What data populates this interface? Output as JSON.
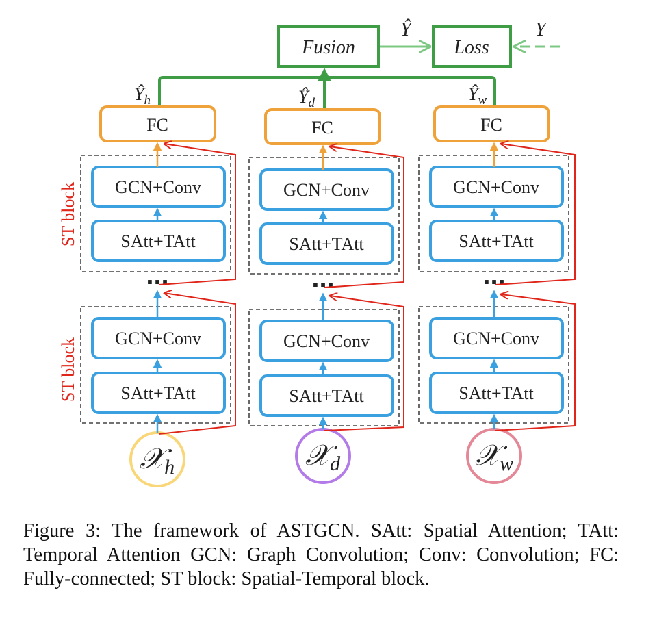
{
  "top": {
    "fusion_label": "Fusion",
    "loss_label": "Loss",
    "yhat_label": "Ŷ",
    "y_label": "Y"
  },
  "columns": [
    {
      "fc_label": "FC",
      "output_label": "Ŷ",
      "output_sub": "h",
      "input_symbol": "𝒳",
      "input_sub": "h",
      "input_color": "#f9d778",
      "blocks_upper": {
        "gcn": "GCN+Conv",
        "att": "SAtt+TAtt"
      },
      "blocks_lower": {
        "gcn": "GCN+Conv",
        "att": "SAtt+TAtt"
      },
      "dots": "..."
    },
    {
      "fc_label": "FC",
      "output_label": "Ŷ",
      "output_sub": "d",
      "input_symbol": "𝒳",
      "input_sub": "d",
      "input_color": "#b37be8",
      "blocks_upper": {
        "gcn": "GCN+Conv",
        "att": "SAtt+TAtt"
      },
      "blocks_lower": {
        "gcn": "GCN+Conv",
        "att": "SAtt+TAtt"
      },
      "dots": "..."
    },
    {
      "fc_label": "FC",
      "output_label": "Ŷ",
      "output_sub": "w",
      "input_symbol": "𝒳",
      "input_sub": "w",
      "input_color": "#e48796",
      "blocks_upper": {
        "gcn": "GCN+Conv",
        "att": "SAtt+TAtt"
      },
      "blocks_lower": {
        "gcn": "GCN+Conv",
        "att": "SAtt+TAtt"
      },
      "dots": "..."
    }
  ],
  "side_labels": {
    "upper": "ST block",
    "lower": "ST block"
  },
  "colors": {
    "green": "#3f9e45",
    "green_light": "#7cc883",
    "orange": "#f0a23a",
    "blue": "#3aa0e0",
    "red": "#e0261b",
    "dash": "#444444"
  },
  "caption": "Figure 3: The framework of ASTGCN. SAtt: Spatial Attention; TAtt: Temporal Attention GCN: Graph Convolution; Conv: Convolution; FC: Fully-connected; ST block: Spatial-Temporal block."
}
